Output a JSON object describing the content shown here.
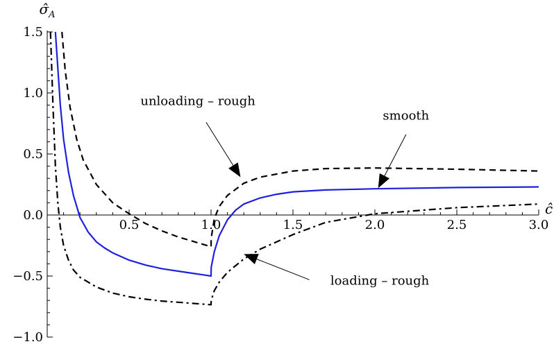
{
  "chart_data": {
    "type": "line",
    "title": "",
    "xlabel": "ĉ",
    "ylabel": "σ̂",
    "ylabel_sub": "A",
    "xlim": [
      0,
      3.0
    ],
    "ylim": [
      -1.0,
      1.5
    ],
    "xticks": [
      0.5,
      1.0,
      1.5,
      2.0,
      2.5,
      3.0
    ],
    "xtick_labels": [
      "0.5",
      "1.0",
      "1.5",
      "2.0",
      "2.5",
      "3.0"
    ],
    "yticks": [
      -1.0,
      -0.5,
      0.0,
      0.5,
      1.0,
      1.5
    ],
    "ytick_labels": [
      "−1.0",
      "−0.5",
      "0.0",
      "0.5",
      "1.0",
      "1.5"
    ],
    "grid": false,
    "series": [
      {
        "style": "solid",
        "color": "#1f1fdd",
        "x": [
          0.05,
          0.08,
          0.1,
          0.13,
          0.16,
          0.2,
          0.25,
          0.3,
          0.35,
          0.4,
          0.5,
          0.6,
          0.7,
          0.8,
          0.9,
          0.95,
          1.0,
          1.001,
          1.02,
          1.05,
          1.1,
          1.15,
          1.2,
          1.3,
          1.4,
          1.5,
          1.7,
          2.0,
          2.5,
          3.0
        ],
        "y": [
          1.5,
          0.9,
          0.62,
          0.35,
          0.16,
          -0.02,
          -0.14,
          -0.22,
          -0.27,
          -0.31,
          -0.37,
          -0.41,
          -0.44,
          -0.46,
          -0.48,
          -0.49,
          -0.5,
          -0.43,
          -0.3,
          -0.17,
          -0.04,
          0.04,
          0.09,
          0.14,
          0.17,
          0.19,
          0.205,
          0.215,
          0.225,
          0.23
        ]
      },
      {
        "style": "dashed",
        "color": "#000000",
        "x": [
          0.09,
          0.11,
          0.14,
          0.18,
          0.22,
          0.3,
          0.4,
          0.5,
          0.6,
          0.7,
          0.8,
          0.9,
          0.95,
          1.0,
          1.001,
          1.02,
          1.05,
          1.1,
          1.2,
          1.3,
          1.5,
          1.7,
          2.0,
          2.5,
          3.0
        ],
        "y": [
          1.5,
          1.18,
          0.88,
          0.62,
          0.45,
          0.25,
          0.1,
          0.01,
          -0.07,
          -0.13,
          -0.18,
          -0.22,
          -0.24,
          -0.26,
          -0.19,
          -0.03,
          0.07,
          0.16,
          0.26,
          0.31,
          0.36,
          0.38,
          0.385,
          0.375,
          0.36
        ]
      },
      {
        "style": "dashdot",
        "color": "#000000",
        "x": [
          0.02,
          0.035,
          0.05,
          0.065,
          0.08,
          0.1,
          0.13,
          0.16,
          0.2,
          0.3,
          0.4,
          0.5,
          0.6,
          0.7,
          0.8,
          0.9,
          1.0,
          1.001,
          1.02,
          1.05,
          1.1,
          1.2,
          1.3,
          1.5,
          1.7,
          2.0,
          2.5,
          3.0
        ],
        "y": [
          1.5,
          0.9,
          0.4,
          0.1,
          -0.1,
          -0.25,
          -0.37,
          -0.45,
          -0.51,
          -0.59,
          -0.64,
          -0.67,
          -0.69,
          -0.705,
          -0.715,
          -0.725,
          -0.735,
          -0.7,
          -0.62,
          -0.55,
          -0.47,
          -0.36,
          -0.28,
          -0.16,
          -0.06,
          0.01,
          0.06,
          0.09
        ]
      }
    ],
    "annotations": [
      {
        "text": "unloading – rough",
        "text_at": [
          0.92,
          0.9
        ],
        "arrow_from": [
          0.97,
          0.76
        ],
        "arrow_to": [
          1.18,
          0.31
        ]
      },
      {
        "text": "smooth",
        "text_at": [
          2.19,
          0.78
        ],
        "arrow_from": [
          2.19,
          0.66
        ],
        "arrow_to": [
          2.02,
          0.22
        ]
      },
      {
        "text": "loading – rough",
        "text_at": [
          2.03,
          -0.57
        ],
        "arrow_from": [
          1.6,
          -0.53
        ],
        "arrow_to": [
          1.2,
          -0.32
        ]
      }
    ]
  }
}
